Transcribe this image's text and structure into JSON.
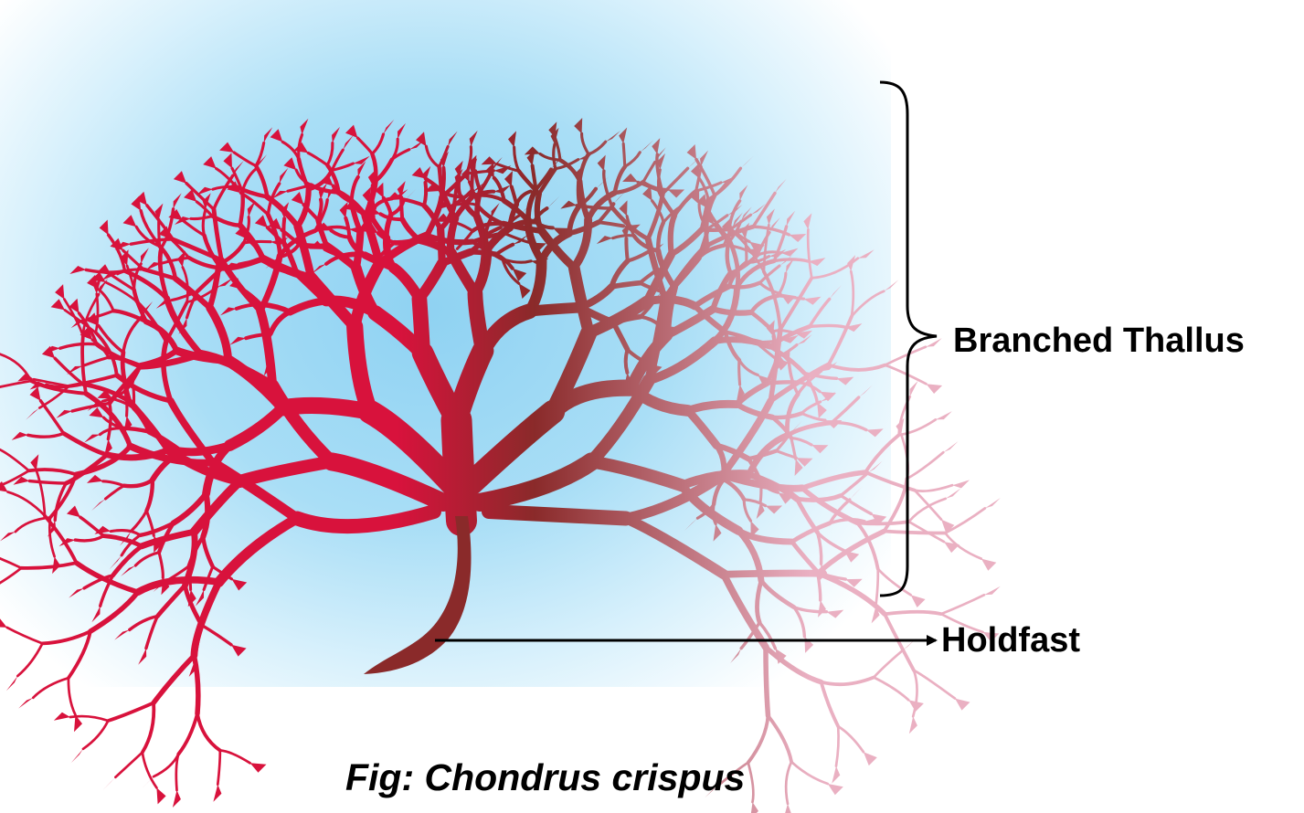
{
  "labels": {
    "thallus": "Branched Thallus",
    "holdfast": "Holdfast"
  },
  "caption": "Fig: Chondrus crispus",
  "colors": {
    "thallus_left": "#d8123c",
    "thallus_center": "#8a2a2a",
    "thallus_right": "#eab0c2",
    "background_sky": "#8fd2f2",
    "annotation": "#000000"
  },
  "icons": {
    "brace": "right-curly-brace",
    "pointer": "right-arrow"
  }
}
